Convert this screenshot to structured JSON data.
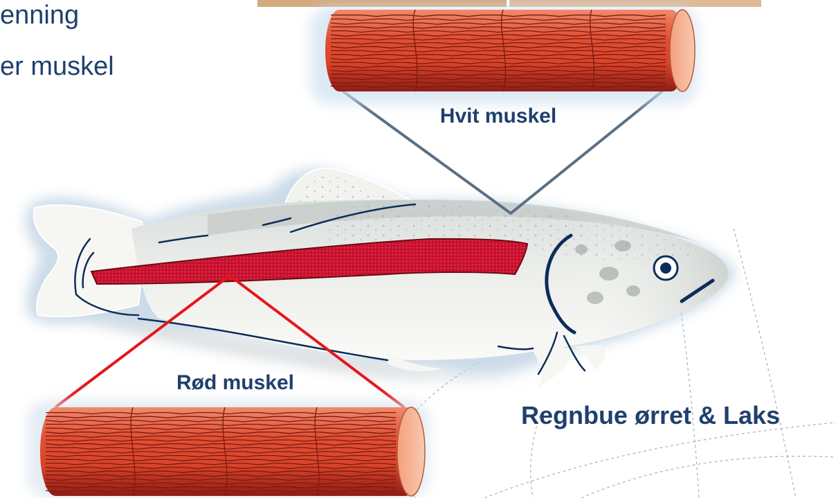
{
  "title": {
    "line1": "enning",
    "line2": "er muskel"
  },
  "labels": {
    "white_muscle": "Hvit muskel",
    "red_muscle": "Rød muskel",
    "species": "Regnbue ørret & Laks"
  },
  "colors": {
    "title_text": "#1f3f6e",
    "white_muscle_pointer": "#5a6f82",
    "red_muscle_pointer": "#e8141b",
    "red_muscle_strip": "#c8102e",
    "fiber_dark": "#8f1d14",
    "fiber_light": "#f3836a"
  }
}
